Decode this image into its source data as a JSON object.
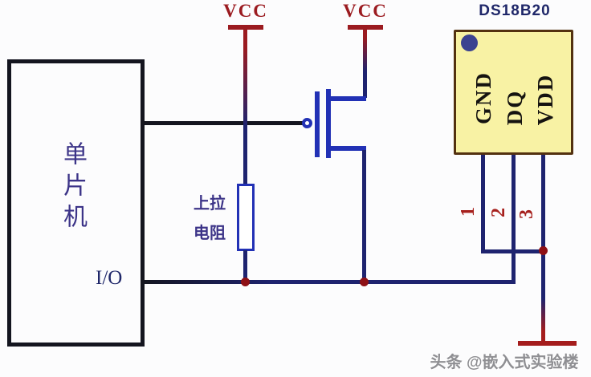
{
  "colors": {
    "wire": "#1e236f",
    "comp": "#2231b5",
    "mculine": "#14151f",
    "vccred": "#9b1b20",
    "gndred": "#a51d1d",
    "dotred": "#8e1015",
    "chipfill": "#f8f2a4",
    "chipborder": "#533110",
    "chipdot": "#3b4290",
    "indigo": "#3c3488",
    "titlenavy": "#1f2769",
    "pinred": "#a6201d",
    "wmgray": "#8f8f93"
  },
  "mcu": {
    "label": "单片机",
    "port": "I/O"
  },
  "power": {
    "vcc_left": "VCC",
    "vcc_right": "VCC"
  },
  "resistor": {
    "label": [
      "上拉",
      "电阻"
    ]
  },
  "sensor": {
    "title": "DS18B20",
    "pins": [
      {
        "number": "1",
        "name": "GND"
      },
      {
        "number": "2",
        "name": "DQ"
      },
      {
        "number": "3",
        "name": "VDD"
      }
    ]
  },
  "watermark": "头条 @嵌入式实验楼"
}
